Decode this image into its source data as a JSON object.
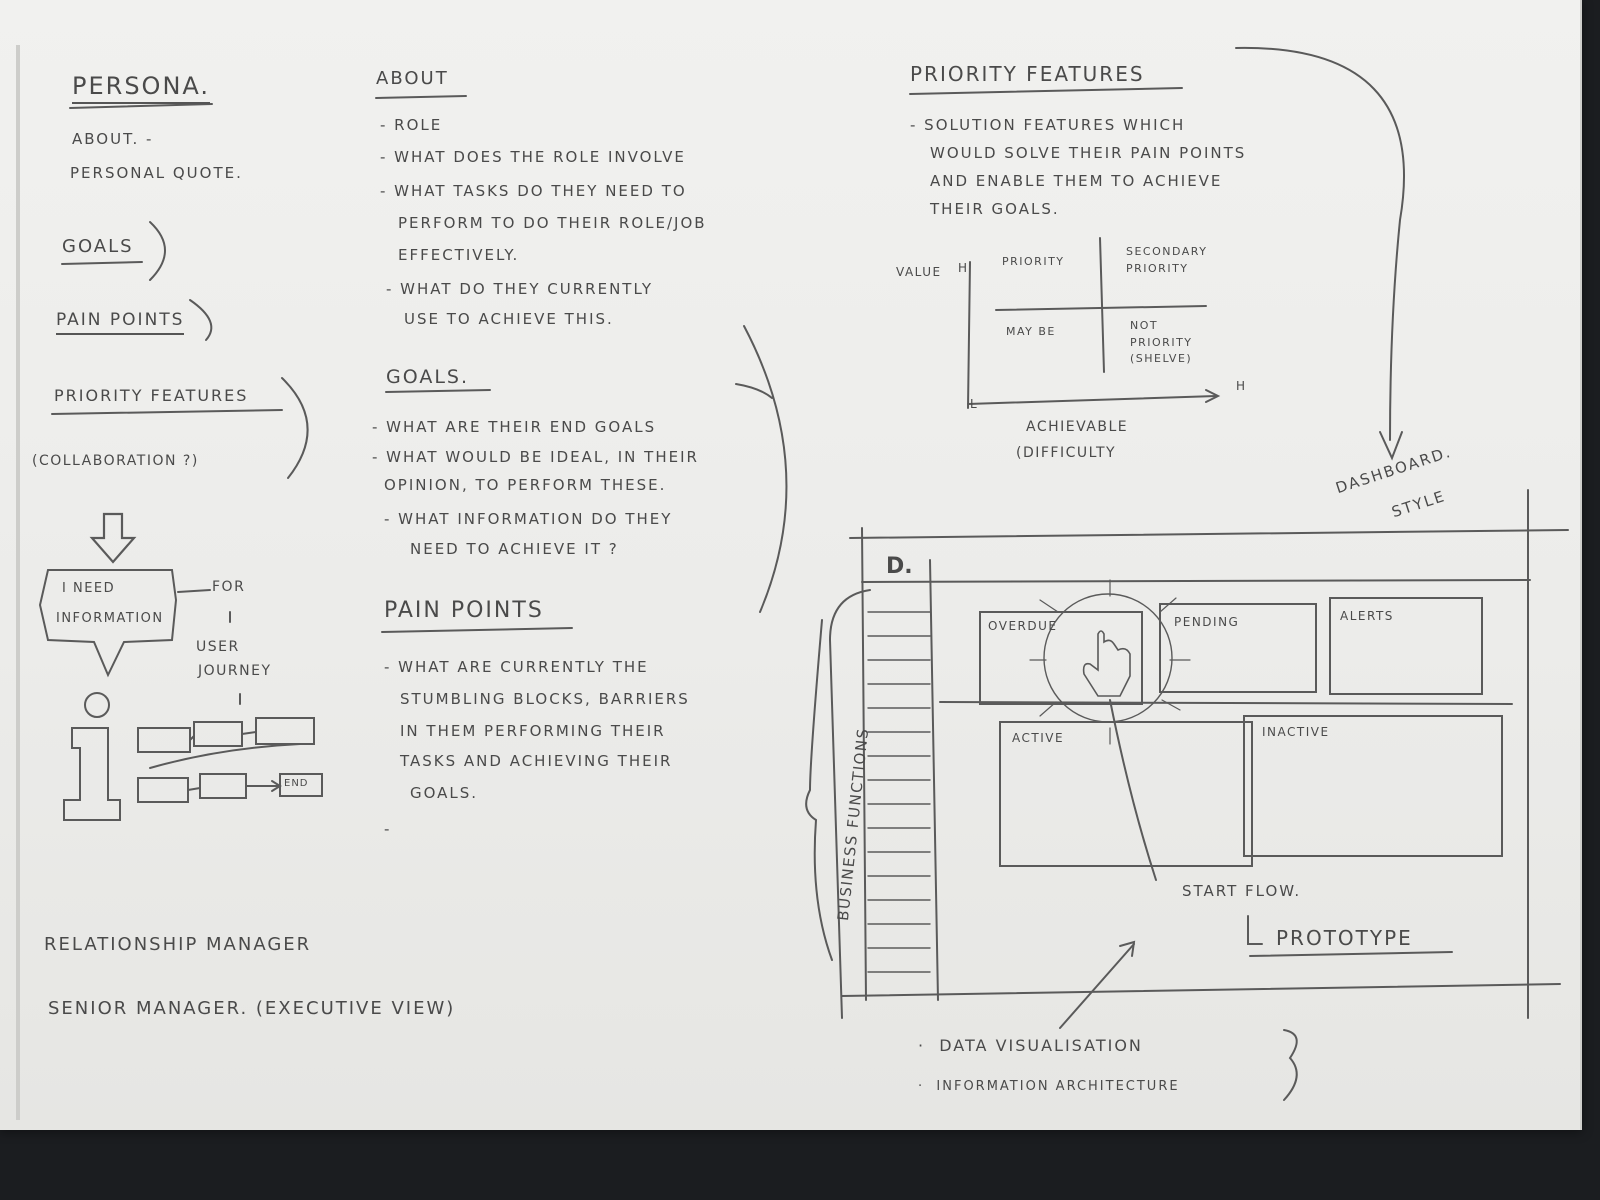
{
  "left": {
    "persona": "Persona.",
    "about": "About. -",
    "quote": "Personal Quote.",
    "goals": "Goals",
    "pain_points": "Pain Points",
    "priority_features": "Priority Features",
    "collaboration": "(Collaboration ?)",
    "need_line1": "I Need",
    "need_line2": "Information",
    "for": "For",
    "user": "User",
    "journey": "Journey",
    "end": "End",
    "roles": [
      "Relationship Manager",
      "Senior Manager. (Executive View)"
    ]
  },
  "middle": {
    "about_title": "About",
    "about_items": [
      "- Role",
      "- What Does The Role Involve",
      "- What Tasks Do They Need To",
      "Perform To Do Their Role/Job",
      "Effectively.",
      "- What Do They Currently",
      "Use To Achieve This."
    ],
    "goals_title": "Goals.",
    "goals_items": [
      "- What Are Their End Goals",
      "- What Would Be Ideal, In Their",
      "Opinion, To Perform These.",
      "- What Information Do They",
      "Need To Achieve It ?"
    ],
    "pain_title": "Pain Points",
    "pain_items": [
      "- What Are Currently The",
      "Stumbling Blocks, Barriers",
      "In Them Performing Their",
      "Tasks And Achieving Their",
      "Goals."
    ],
    "trailing_dash": "-"
  },
  "right": {
    "title": "Priority Features",
    "desc": [
      "- Solution Features Which",
      "Would Solve Their Pain Points",
      "And Enable Them To Achieve",
      "Their Goals."
    ],
    "matrix": {
      "value_axis": "Value",
      "high_v": "H",
      "high_h": "H",
      "low": "L",
      "q_priority": "Priority",
      "q_secondary": "Secondary Priority",
      "q_maybe": "May Be",
      "q_not": "Not Priority (Shelve)",
      "x_axis_1": "Achievable",
      "x_axis_2": "(Difficulty"
    },
    "dashboard": {
      "style_1": "Dashboard.",
      "style_2": "Style",
      "logo": "D.",
      "sidebar_label": "Business Functions",
      "cards": [
        "Overdue",
        "Pending",
        "Alerts",
        "Active",
        "Inactive"
      ],
      "start_flow": "Start Flow.",
      "prototype": "Prototype"
    },
    "bullets": [
      "Data Visualisation",
      "Information Architecture"
    ]
  }
}
